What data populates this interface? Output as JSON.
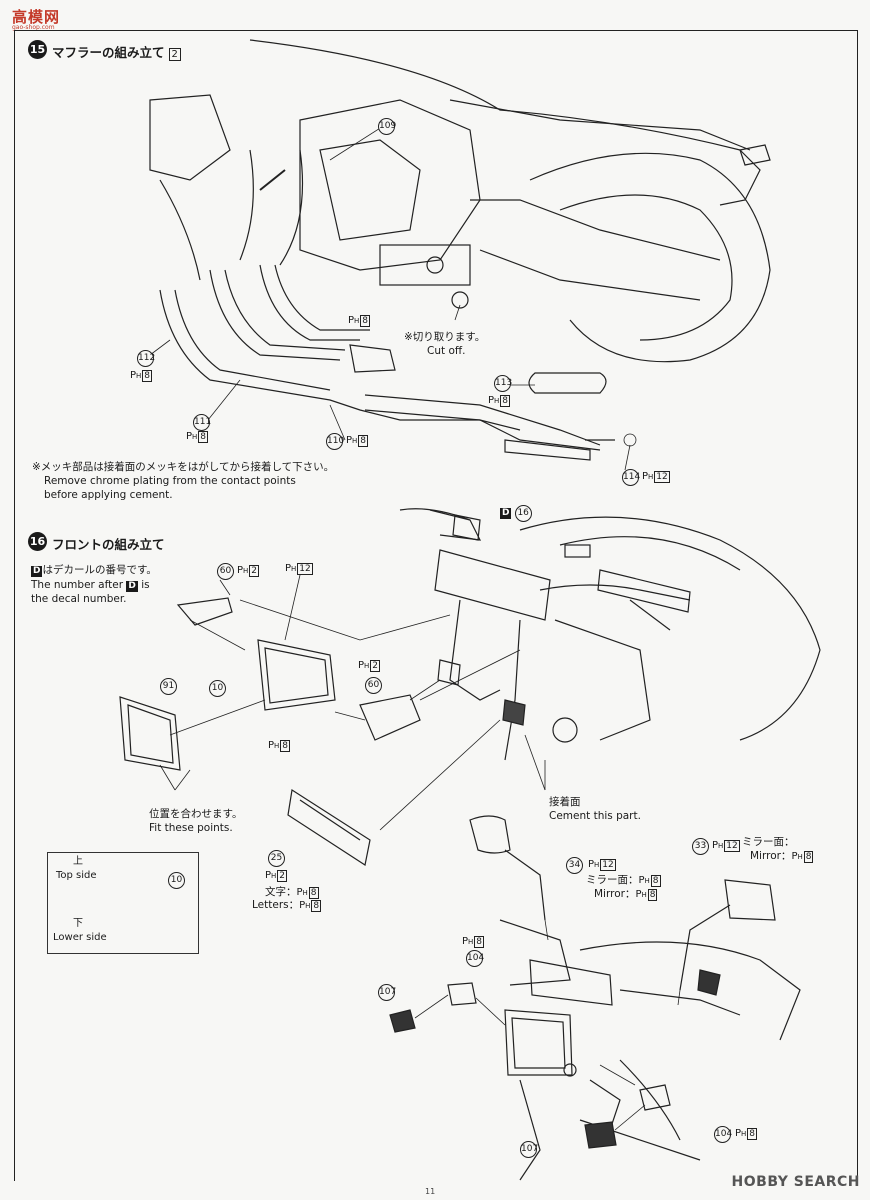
{
  "logo": {
    "text": "高模网",
    "sub": "gao-shop.com"
  },
  "watermark": "HOBBY SEARCH",
  "page_number": "11",
  "step15": {
    "number": "15",
    "title": "マフラーの組み立て",
    "box": "2",
    "cut_jp": "※切り取ります。",
    "cut_en": "Cut off.",
    "chrome_note_jp": "※メッキ部品は接着面のメッキをはがしてから接着して下さい。",
    "chrome_note_en1": "Remove chrome plating from the contact points",
    "chrome_note_en2": "before applying cement.",
    "parts": {
      "p109": "109",
      "p112": "112",
      "p111": "111",
      "p110": "110",
      "p113": "113",
      "p114": "114"
    },
    "ph_values": {
      "ph8": "8",
      "ph12": "12"
    }
  },
  "step16": {
    "number": "16",
    "title": "フロントの組み立て",
    "decal_jp": "はデカールの番号です。",
    "decal_en1": "The number after",
    "decal_en2": "is",
    "decal_en3": "the decal number.",
    "d_letter": "D",
    "decal_ref": "16",
    "fit_jp": "位置を合わせます。",
    "fit_en": "Fit these points.",
    "cement_jp": "接着面",
    "cement_en": "Cement this part.",
    "letters_jp": "文字：",
    "letters_en": "Letters：",
    "mirror_jp": "ミラー面：",
    "mirror_en": "Mirror：",
    "legend_top_jp": "上",
    "legend_top_en": "Top side",
    "legend_low_jp": "下",
    "legend_low_en": "Lower side",
    "parts": {
      "p60": "60",
      "p10": "10",
      "p91": "91",
      "p25": "25",
      "p34": "34",
      "p33": "33",
      "p104": "104",
      "p107": "107"
    },
    "ph_values": {
      "ph2": "2",
      "ph8": "8",
      "ph12": "12"
    }
  }
}
